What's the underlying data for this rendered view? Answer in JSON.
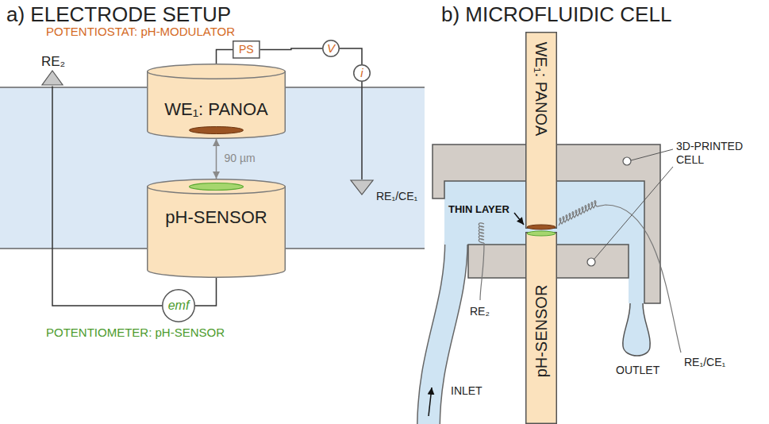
{
  "diagram": {
    "nodes": [
      {
        "text": [
          "PS"
        ]
      },
      {
        "text": [
          "V"
        ]
      },
      {
        "text": [
          "i"
        ]
      },
      {
        "text": [
          "RE₁/CE₁"
        ]
      },
      {
        "text": [
          "WE₁: PANOA"
        ]
      },
      {
        "text": [
          "RE₂"
        ]
      },
      {
        "text": [
          "pH-SENSOR"
        ]
      },
      {
        "text": [
          "emf"
        ]
      },
      {
        "text": [
          "WE₁: PANOA"
        ]
      },
      {
        "text": [
          "pH-SENSOR"
        ]
      }
    ],
    "edges": [
      {
        "from": 4,
        "to": 0,
        "arrow": "none"
      },
      {
        "from": 0,
        "to": 1,
        "arrow": "none"
      },
      {
        "from": 1,
        "to": 2,
        "arrow": "none"
      },
      {
        "from": 2,
        "to": 3,
        "arrow": "none"
      },
      {
        "from": 6,
        "to": 4,
        "label": "90 µm",
        "arrow": "both"
      },
      {
        "from": 6,
        "to": 7,
        "arrow": "none"
      },
      {
        "from": 7,
        "to": 5,
        "arrow": "none"
      }
    ],
    "labels": [
      "a) ELECTRODE SETUP",
      "POTENTIOSTAT: pH-MODULATOR",
      "POTENTIOMETER: pH-SENSOR",
      "b) MICROFLUIDIC CELL",
      "THIN LAYER",
      "3D-PRINTED CELL",
      "RE₂",
      "RE₁/CE₁",
      "INLET",
      "OUTLET"
    ]
  }
}
